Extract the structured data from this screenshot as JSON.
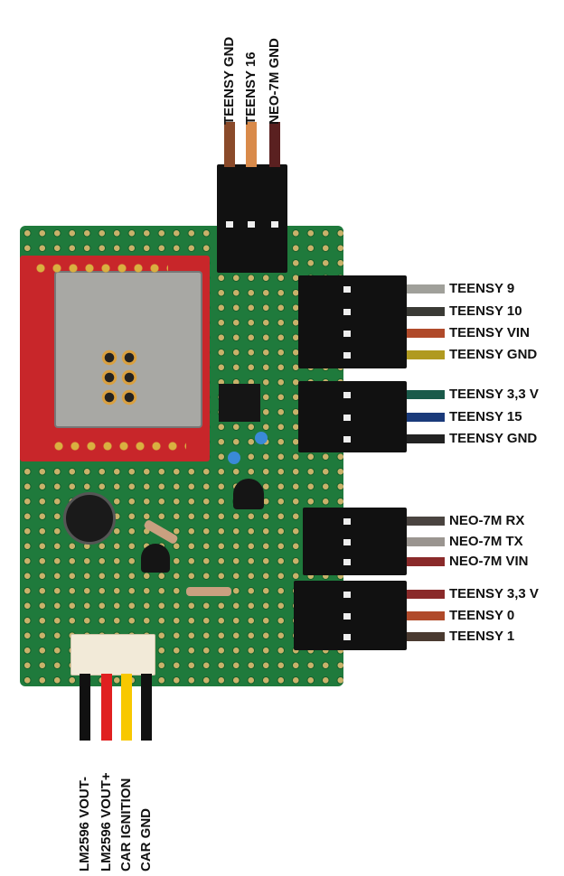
{
  "top_wires": [
    {
      "label": "TEENSY GND",
      "color": "#8a4a2a"
    },
    {
      "label": "TEENSY 16",
      "color": "#d98a4a"
    },
    {
      "label": "NEO-7M GND",
      "color": "#5a2020"
    }
  ],
  "right_groups": [
    [
      {
        "label": "TEENSY 9",
        "color": "#a0a09a"
      },
      {
        "label": "TEENSY 10",
        "color": "#3a3a35"
      },
      {
        "label": "TEENSY VIN",
        "color": "#b04a2a"
      },
      {
        "label": "TEENSY GND",
        "color": "#b09a20"
      }
    ],
    [
      {
        "label": "TEENSY 3,3 V",
        "color": "#1a5a4a"
      },
      {
        "label": "TEENSY 15",
        "color": "#1a3a7a"
      },
      {
        "label": "TEENSY GND",
        "color": "#222222"
      }
    ],
    [
      {
        "label": "NEO-7M RX",
        "color": "#4a4440"
      },
      {
        "label": "NEO-7M TX",
        "color": "#9a9590"
      },
      {
        "label": "NEO-7M VIN",
        "color": "#8a2a2a"
      }
    ],
    [
      {
        "label": "TEENSY 3,3 V",
        "color": "#8a2a2a"
      },
      {
        "label": "TEENSY 0",
        "color": "#b04a2a"
      },
      {
        "label": "TEENSY 1",
        "color": "#4a3a30"
      }
    ]
  ],
  "bottom_wires": [
    {
      "label": "LM2596 VOUT-",
      "color": "#111111"
    },
    {
      "label": "LM2596 VOUT+",
      "color": "#e02020"
    },
    {
      "label": "CAR IGNITION",
      "color": "#f8c800"
    },
    {
      "label": "CAR GND",
      "color": "#111111"
    }
  ],
  "colors": {
    "board": "#1f7a3c",
    "sd_module": "#c8262a"
  }
}
